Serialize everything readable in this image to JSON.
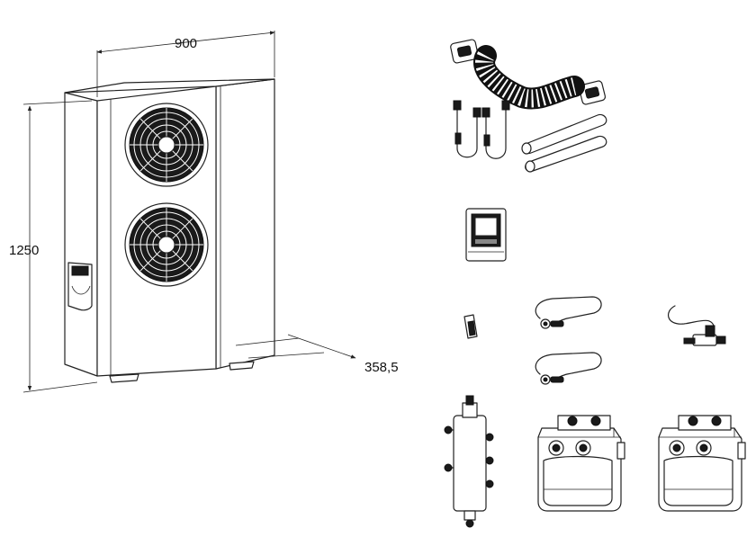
{
  "dimensions": {
    "width": "900",
    "height": "1250",
    "depth": "358,5"
  }
}
